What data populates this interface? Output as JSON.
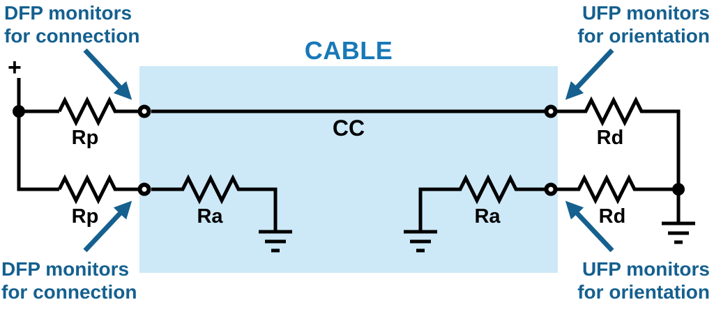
{
  "diagram": {
    "cable_title": "CABLE",
    "cc_label": "CC",
    "plus_label": "+",
    "annotations": {
      "top_left": {
        "line1": "DFP monitors",
        "line2": "for connection"
      },
      "top_right": {
        "line1": "UFP monitors",
        "line2": "for orientation"
      },
      "bottom_left": {
        "line1": "DFP monitors",
        "line2": "for connection"
      },
      "bottom_right": {
        "line1": "UFP monitors",
        "line2": "for orientation"
      }
    },
    "resistor_labels": {
      "rp_top": "Rp",
      "rp_bottom": "Rp",
      "ra_left": "Ra",
      "ra_right": "Ra",
      "rd_top": "Rd",
      "rd_bottom": "Rd"
    },
    "colors": {
      "annotation_blue": "#15608f",
      "cable_title_blue": "#1878b8",
      "cable_fill": "#cde9f8",
      "wire_black": "#000000"
    }
  }
}
